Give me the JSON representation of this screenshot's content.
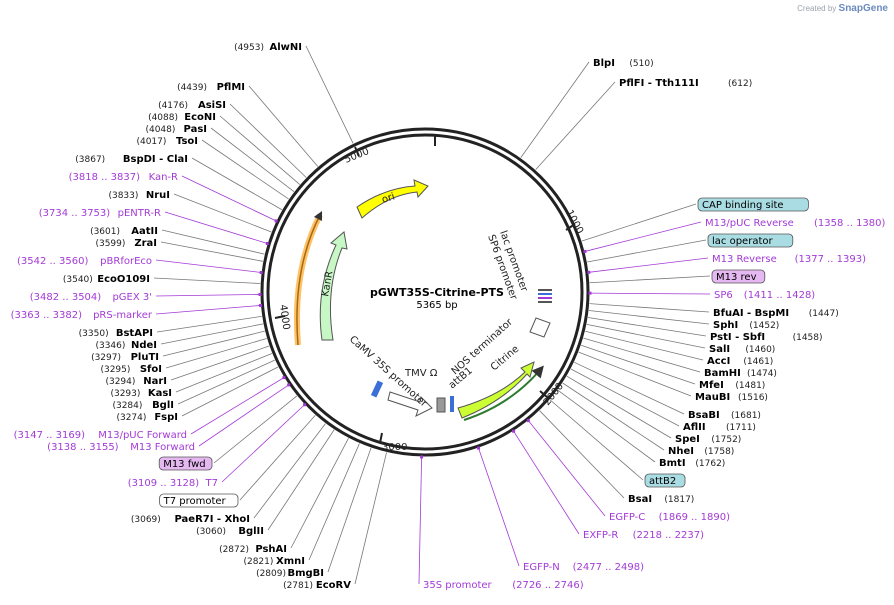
{
  "watermark": {
    "created_by": "Created by",
    "brand": "SnapGene"
  },
  "plasmid": {
    "name": "pGWT35S-Citrine-PTS",
    "size": "5365 bp"
  },
  "ticks": [
    "1000",
    "2000",
    "3000",
    "4000",
    "5000"
  ],
  "features": [
    {
      "name": "ori",
      "label": "ori"
    },
    {
      "name": "kanr",
      "label": "KanR"
    },
    {
      "name": "lac-promoter",
      "label": "lac promoter"
    },
    {
      "name": "sp6-promoter",
      "label": "SP6 promoter"
    },
    {
      "name": "nos-terminator",
      "label": "NOS terminator"
    },
    {
      "name": "citrine",
      "label": "Citrine"
    },
    {
      "name": "attb1",
      "label": "attB1"
    },
    {
      "name": "tmv-omega",
      "label": "TMV Ω"
    },
    {
      "name": "camv-35s-promoter",
      "label": "CaMV 35S promoter"
    }
  ],
  "sites_left": [
    {
      "n": "AlwNI",
      "p": "(4953)"
    },
    {
      "n": "PflMI",
      "p": "(4439)"
    },
    {
      "n": "AsiSI",
      "p": "(4176)"
    },
    {
      "n": "EcoNI",
      "p": "(4088)"
    },
    {
      "n": "PasI",
      "p": "(4048)"
    },
    {
      "n": "TsoI",
      "p": "(4017)"
    },
    {
      "n": "BspDI - ClaI",
      "p": "(3867)"
    },
    {
      "n": "Kan-R",
      "p": "(3818 .. 3837)",
      "m": true
    },
    {
      "n": "NruI",
      "p": "(3833)"
    },
    {
      "n": "pENTR-R",
      "p": "(3734 .. 3753)",
      "m": true
    },
    {
      "n": "AatII",
      "p": "(3601)"
    },
    {
      "n": "ZraI",
      "p": "(3599)"
    },
    {
      "n": "pBRforEco",
      "p": "(3542 .. 3560)",
      "m": true
    },
    {
      "n": "EcoO109I",
      "p": "(3540)"
    },
    {
      "n": "pGEX 3'",
      "p": "(3482 .. 3504)",
      "m": true
    },
    {
      "n": "pRS-marker",
      "p": "(3363 .. 3382)",
      "m": true
    },
    {
      "n": "BstAPI",
      "p": "(3350)"
    },
    {
      "n": "NdeI",
      "p": "(3346)"
    },
    {
      "n": "PluTI",
      "p": "(3297)"
    },
    {
      "n": "SfoI",
      "p": "(3295)"
    },
    {
      "n": "NarI",
      "p": "(3294)"
    },
    {
      "n": "KasI",
      "p": "(3293)"
    },
    {
      "n": "BglI",
      "p": "(3284)"
    },
    {
      "n": "FspI",
      "p": "(3274)"
    },
    {
      "n": "M13/pUC Forward",
      "p": "(3147 .. 3169)",
      "m": true
    },
    {
      "n": "M13 Forward",
      "p": "(3138 .. 3155)",
      "m": true
    },
    {
      "n": "M13 fwd",
      "box": "mag"
    },
    {
      "n": "T7",
      "p": "(3109 .. 3128)",
      "m": true
    },
    {
      "n": "T7 promoter",
      "box": "white"
    },
    {
      "n": "PaeR7I - XhoI",
      "p": "(3069)"
    },
    {
      "n": "BglII",
      "p": "(3060)"
    },
    {
      "n": "PshAI",
      "p": "(2872)"
    },
    {
      "n": "XmnI",
      "p": "(2821)"
    },
    {
      "n": "BmgBI",
      "p": "(2809)"
    },
    {
      "n": "EcoRV",
      "p": "(2781)"
    }
  ],
  "sites_right": [
    {
      "n": "BlpI",
      "p": "(510)"
    },
    {
      "n": "PflFI - Tth111I",
      "p": "(612)"
    },
    {
      "n": "CAP binding site",
      "box": "cyan"
    },
    {
      "n": "M13/pUC Reverse",
      "p": "(1358 .. 1380)",
      "m": true
    },
    {
      "n": "lac operator",
      "box": "cyan"
    },
    {
      "n": "M13 Reverse",
      "p": "(1377 .. 1393)",
      "m": true
    },
    {
      "n": "M13 rev",
      "box": "mag"
    },
    {
      "n": "SP6",
      "p": "(1411 .. 1428)",
      "m": true
    },
    {
      "n": "BfuAI - BspMI",
      "p": "(1447)"
    },
    {
      "n": "SphI",
      "p": "(1452)"
    },
    {
      "n": "PstI - SbfI",
      "p": "(1458)"
    },
    {
      "n": "SalI",
      "p": "(1460)"
    },
    {
      "n": "AccI",
      "p": "(1461)"
    },
    {
      "n": "BamHI",
      "p": "(1474)"
    },
    {
      "n": "MfeI",
      "p": "(1481)"
    },
    {
      "n": "MauBI",
      "p": "(1516)"
    },
    {
      "n": "BsaBI",
      "p": "(1681)"
    },
    {
      "n": "AflII",
      "p": "(1711)"
    },
    {
      "n": "SpeI",
      "p": "(1752)"
    },
    {
      "n": "NheI",
      "p": "(1758)"
    },
    {
      "n": "BmtI",
      "p": "(1762)"
    },
    {
      "n": "attB2",
      "box": "cyan"
    },
    {
      "n": "BsaI",
      "p": "(1817)"
    },
    {
      "n": "EGFP-C",
      "p": "(1869 .. 1890)",
      "m": true
    },
    {
      "n": "EXFP-R",
      "p": "(2218 .. 2237)",
      "m": true
    },
    {
      "n": "EGFP-N",
      "p": "(2477 .. 2498)",
      "m": true
    },
    {
      "n": "35S promoter",
      "p": "(2726 .. 2746)",
      "m": true
    }
  ]
}
